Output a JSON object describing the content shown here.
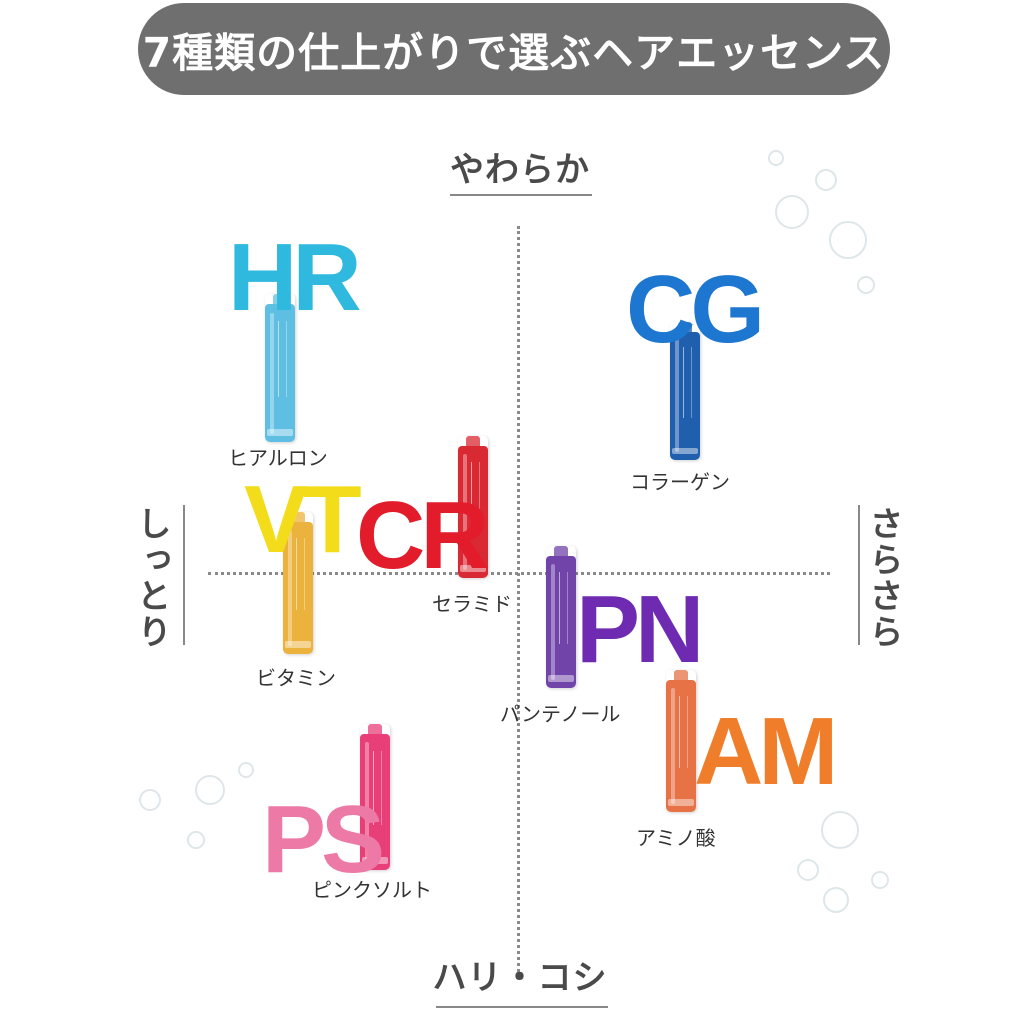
{
  "title": "7種類の仕上がりで選ぶヘアエッセンス",
  "axes": {
    "top": "やわらか",
    "bottom": "ハリ・コシ",
    "left": "しっとり",
    "right": "さらさら"
  },
  "items": [
    {
      "code": "HR",
      "name": "ヒアルロン",
      "color": "#2fb9de",
      "tube_color": "#5fbfe3"
    },
    {
      "code": "CG",
      "name": "コラーゲン",
      "color": "#1d76cf",
      "tube_color": "#1f5fae"
    },
    {
      "code": "VT",
      "name": "ビタミン",
      "color": "#f3dc19",
      "tube_color": "#ebb23d"
    },
    {
      "code": "CR",
      "name": "セラミド",
      "color": "#e31c2c",
      "tube_color": "#d92a33"
    },
    {
      "code": "PN",
      "name": "パンテノール",
      "color": "#6e2bb1",
      "tube_color": "#7044a8"
    },
    {
      "code": "AM",
      "name": "アミノ酸",
      "color": "#f07d2a",
      "tube_color": "#e67245"
    },
    {
      "code": "PS",
      "name": "ピンクソルト",
      "color": "#ed7aa6",
      "tube_color": "#e93f79"
    }
  ]
}
